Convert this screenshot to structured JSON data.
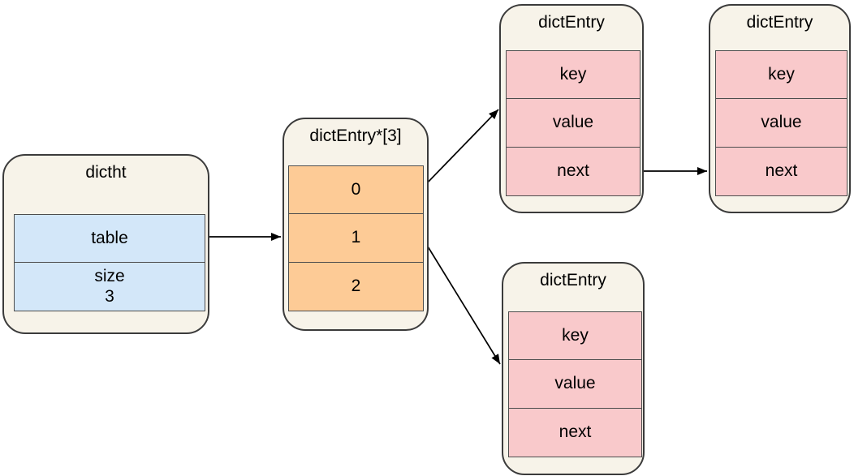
{
  "nodes": {
    "dictht": {
      "title": "dictht",
      "fields": [
        {
          "label": "table"
        },
        {
          "label": "size",
          "value": "3"
        }
      ]
    },
    "bucket_array": {
      "title": "dictEntry*[3]",
      "slots": [
        "0",
        "1",
        "2"
      ]
    },
    "entry_top_first": {
      "title": "dictEntry",
      "fields": [
        "key",
        "value",
        "next"
      ]
    },
    "entry_top_second": {
      "title": "dictEntry",
      "fields": [
        "key",
        "value",
        "next"
      ]
    },
    "entry_bottom": {
      "title": "dictEntry",
      "fields": [
        "key",
        "value",
        "next"
      ]
    }
  },
  "edges": [
    {
      "from": "dictht.table",
      "to": "bucket_array"
    },
    {
      "from": "bucket_array.slot_0",
      "to": "entry_top_first"
    },
    {
      "from": "bucket_array.slot_1",
      "to": "entry_bottom"
    },
    {
      "from": "entry_top_first.next",
      "to": "entry_top_second"
    }
  ],
  "colors": {
    "canvas_bg": "#ffffff",
    "container_fill": "#f7f3e9",
    "container_border": "#3b3b3b",
    "blue_cell": "#d3e7f9",
    "orange_cell": "#fdcb96",
    "pink_cell": "#f9c9cb",
    "cell_border": "#4d4d4d",
    "arrow": "#000000"
  }
}
